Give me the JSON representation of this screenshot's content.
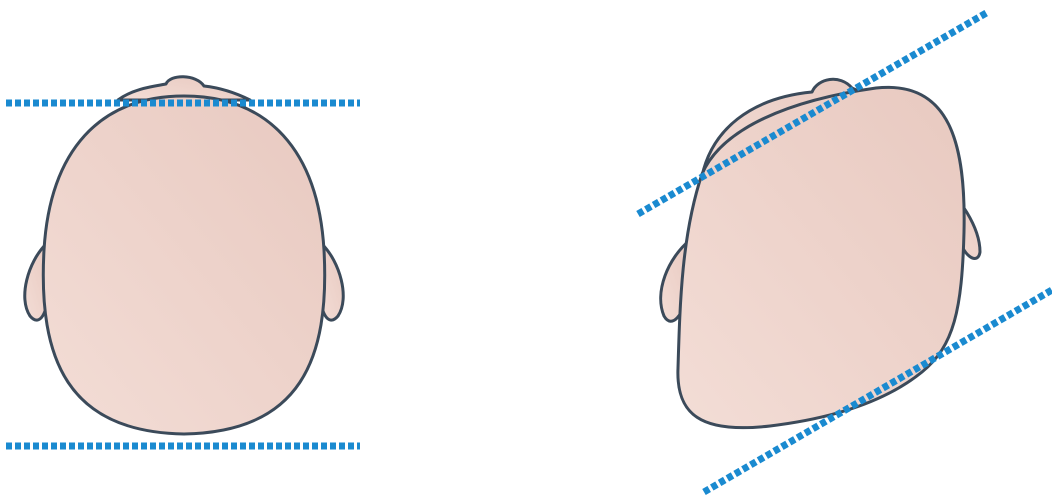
{
  "diagram": {
    "background": "#ffffff",
    "colors": {
      "outline": "#3b4a5a",
      "skin_light": "#f3ddd6",
      "skin_dark": "#e8c9c0",
      "guide_line": "#1a8ad0"
    },
    "panels": [
      {
        "id": "normal-head",
        "icon": "head-top-view-symmetric",
        "guides": "parallel-horizontal"
      },
      {
        "id": "plagiocephaly-head",
        "icon": "head-top-view-skewed",
        "guides": "parallel-diagonal"
      }
    ]
  }
}
